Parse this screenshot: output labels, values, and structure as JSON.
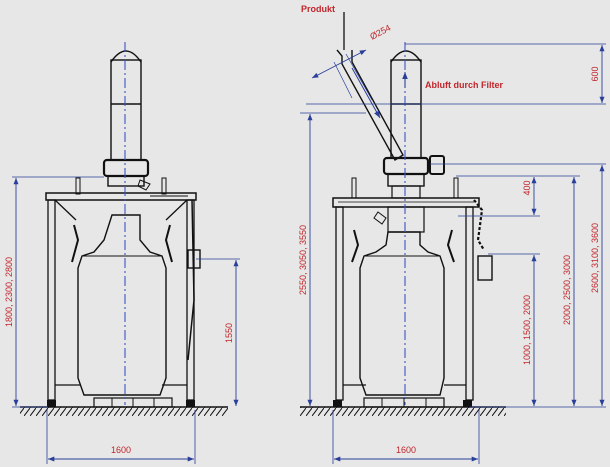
{
  "colors": {
    "background": "#e7e7e7",
    "machine": "#111111",
    "dimension": "#2a3f9a",
    "centerline": "#3d55c8",
    "label_red": "#c0252b"
  },
  "left_view": {
    "dim_width": "1600",
    "dim_total_height": "1800, 2300, 2800",
    "dim_side_height": "1550"
  },
  "right_view": {
    "label_product": "Produkt",
    "label_diameter": "Ø254",
    "label_exhaust": "Abluft durch Filter",
    "dim_width": "1600",
    "dim_top": "600",
    "dim_left_height": "2550, 3050, 3550",
    "dim_400": "400",
    "dim_inner_height": "1000, 1500, 2000",
    "dim_frame_height": "2000, 2500, 3000",
    "dim_total_height": "2600, 3100, 3600"
  }
}
